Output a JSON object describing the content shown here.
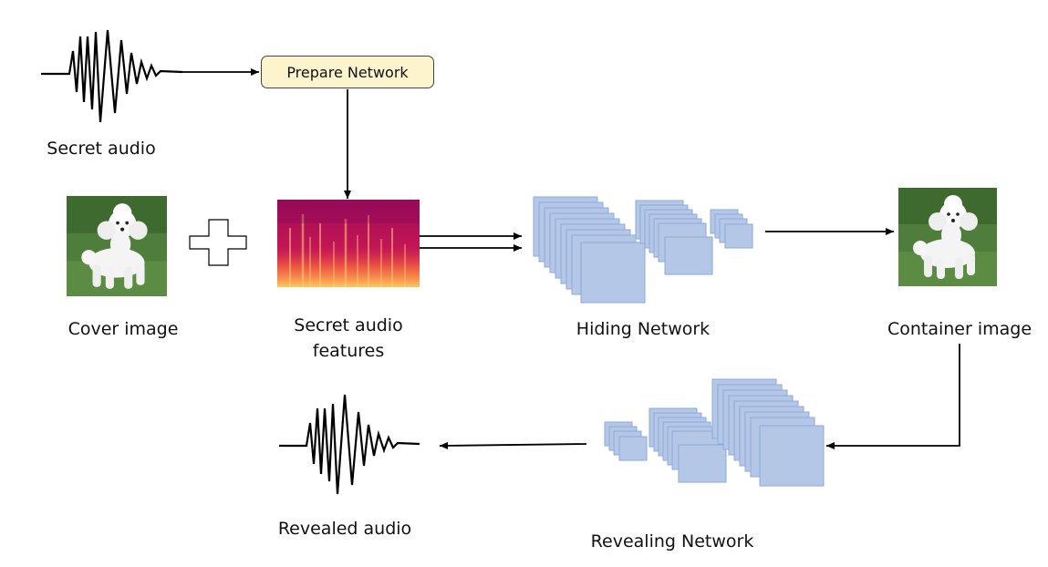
{
  "labels": {
    "secret_audio": "Secret audio",
    "prepare_network": "Prepare Network",
    "cover_image": "Cover image",
    "secret_features_line1": "Secret audio",
    "secret_features_line2": "features",
    "hiding_network": "Hiding Network",
    "container_image": "Container image",
    "revealing_network": "Revealing Network",
    "revealed_audio": "Revealed audio"
  },
  "colors": {
    "layer_fill": "#b4c7e7",
    "layer_stroke": "#8eaadb",
    "prepare_fill": "#fdf3cc",
    "grass": "#4f7d3b",
    "dog": "#f2f2f2",
    "spectrogram_base": "#b0105a",
    "spectrogram_hot": "#ffb347"
  },
  "icons": [
    "waveform-icon",
    "plus-icon",
    "poodle-photo",
    "spectrogram-image"
  ]
}
